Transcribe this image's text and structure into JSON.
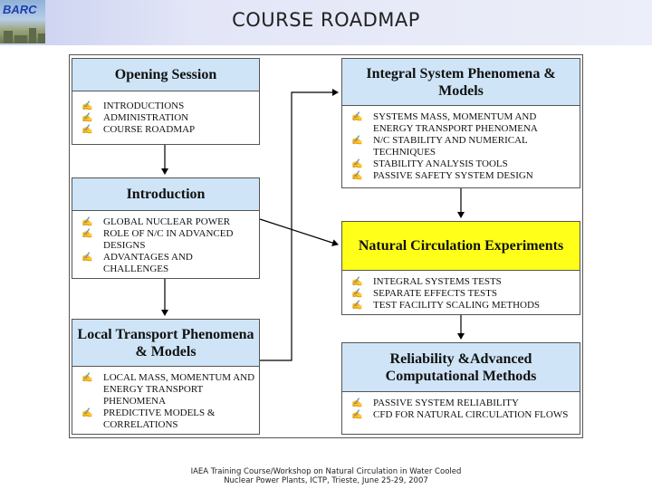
{
  "header": {
    "title": "COURSE ROADMAP",
    "logo_text": "BARC"
  },
  "boxes": {
    "opening_session": {
      "title": "Opening Session",
      "items": [
        "INTRODUCTIONS",
        "ADMINISTRATION",
        "COURSE ROADMAP"
      ]
    },
    "introduction": {
      "title": "Introduction",
      "items": [
        "GLOBAL NUCLEAR POWER",
        "ROLE OF N/C IN ADVANCED DESIGNS",
        "ADVANTAGES AND CHALLENGES"
      ]
    },
    "local_transport": {
      "title": "Local Transport Phenomena & Models",
      "items": [
        "LOCAL MASS, MOMENTUM AND ENERGY TRANSPORT PHENOMENA",
        "PREDICTIVE MODELS & CORRELATIONS"
      ]
    },
    "integral_system": {
      "title": "Integral System Phenomena & Models",
      "items": [
        "SYSTEMS MASS, MOMENTUM AND ENERGY TRANSPORT PHENOMENA",
        "N/C STABILITY AND NUMERICAL TECHNIQUES",
        "STABILITY ANALYSIS TOOLS",
        "PASSIVE SAFETY SYSTEM DESIGN"
      ]
    },
    "nc_experiments": {
      "title": "Natural Circulation Experiments",
      "items": [
        "INTEGRAL SYSTEMS TESTS",
        "SEPARATE EFFECTS TESTS",
        "TEST FACILITY SCALING METHODS"
      ]
    },
    "reliability": {
      "title": "Reliability &Advanced Computational Methods",
      "items": [
        "PASSIVE SYSTEM RELIABILITY",
        "CFD FOR NATURAL CIRCULATION FLOWS"
      ]
    }
  },
  "bullet_icon": "pencil-check-icon",
  "bullet_glyph": "✍",
  "colors": {
    "box_header": "#cfe5f7",
    "highlight_header": "#ffff1a",
    "connector": "#000000"
  },
  "footer": {
    "line1": "IAEA Training Course/Workshop on Natural Circulation in Water Cooled",
    "line2": "Nuclear Power Plants, ICTP, Trieste, June 25-29, 2007"
  }
}
